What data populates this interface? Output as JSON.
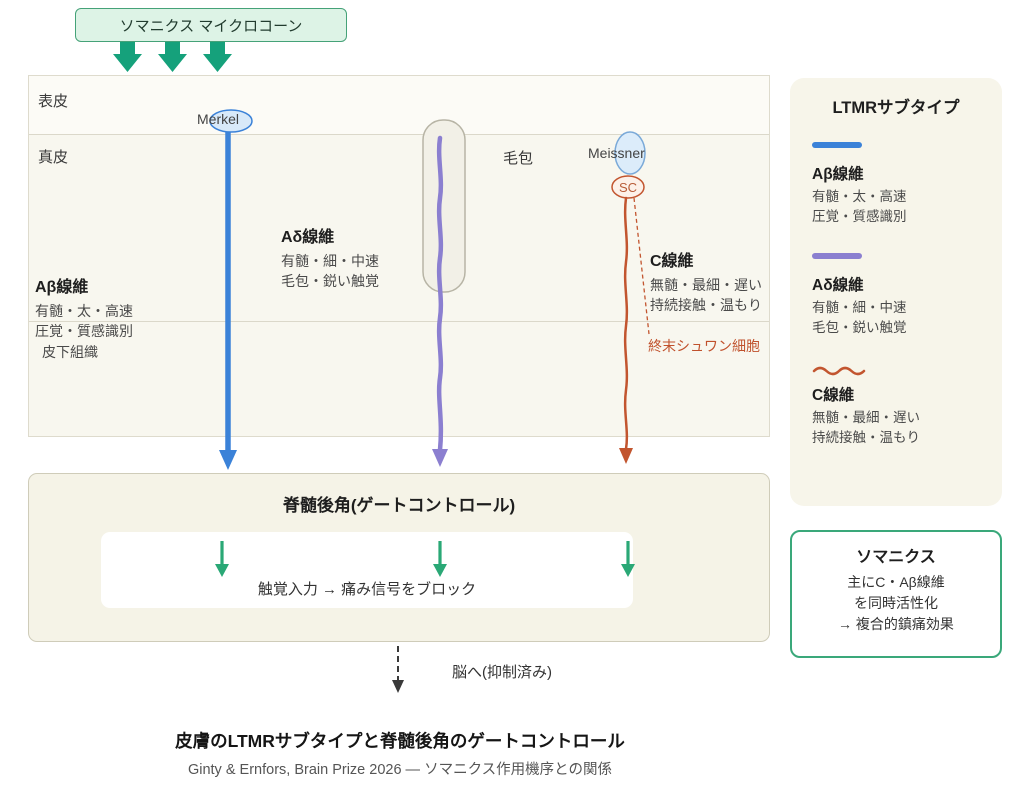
{
  "colors": {
    "ab_fiber_blue": "#3b82d8",
    "ad_fiber_purple": "#8b7fd0",
    "c_fiber_orange": "#c2552f",
    "microcone_green": "#15a17b",
    "gate_arrow_green": "#2aa876",
    "skin_bg": "#f8f7ef",
    "panel_bg": "#f7f5ea"
  },
  "microcone": {
    "label": "ソマニクス マイクロコーン"
  },
  "skin": {
    "epidermis_label": "表皮",
    "dermis_label": "真皮",
    "merkel_label": "Merkel",
    "follicle_label": "毛包",
    "meissner_label": "Meissner",
    "sc_label": "SC",
    "schwann_label": "終末シュワン細胞",
    "ab": {
      "title": "Aβ線維",
      "line1": "有髄・太・高速",
      "line2": "圧覚・質感識別",
      "line3": "皮下組織"
    },
    "ad": {
      "title": "Aδ線維",
      "line1": "有髄・細・中速",
      "line2": "毛包・鋭い触覚"
    },
    "c": {
      "title": "C線維",
      "line1": "無髄・最細・遅い",
      "line2": "持続接触・温もり"
    }
  },
  "dorsal_horn": {
    "title": "脊髄後角(ゲートコントロール)",
    "gate_text": "触覚入力 → 痛み信号をブロック"
  },
  "brain": {
    "label": "脳へ(抑制済み)"
  },
  "legend": {
    "title": "LTMRサブタイプ",
    "items": [
      {
        "name": "Aβ線維",
        "line1": "有髄・太・高速",
        "line2": "圧覚・質感識別"
      },
      {
        "name": "Aδ線維",
        "line1": "有髄・細・中速",
        "line2": "毛包・鋭い触覚"
      },
      {
        "name": "C線維",
        "line1": "無髄・最細・遅い",
        "line2": "持続接触・温もり"
      }
    ]
  },
  "somanics": {
    "title": "ソマニクス",
    "line1": "主にC・Aβ線維",
    "line2": "を同時活性化",
    "line3": "→ 複合的鎮痛効果"
  },
  "footer": {
    "title": "皮膚のLTMRサブタイプと脊髄後角のゲートコントロール",
    "subtitle": "Ginty &amp; Ernfors, Brain Prize 2026 — ソマニクス作用機序との関係"
  }
}
